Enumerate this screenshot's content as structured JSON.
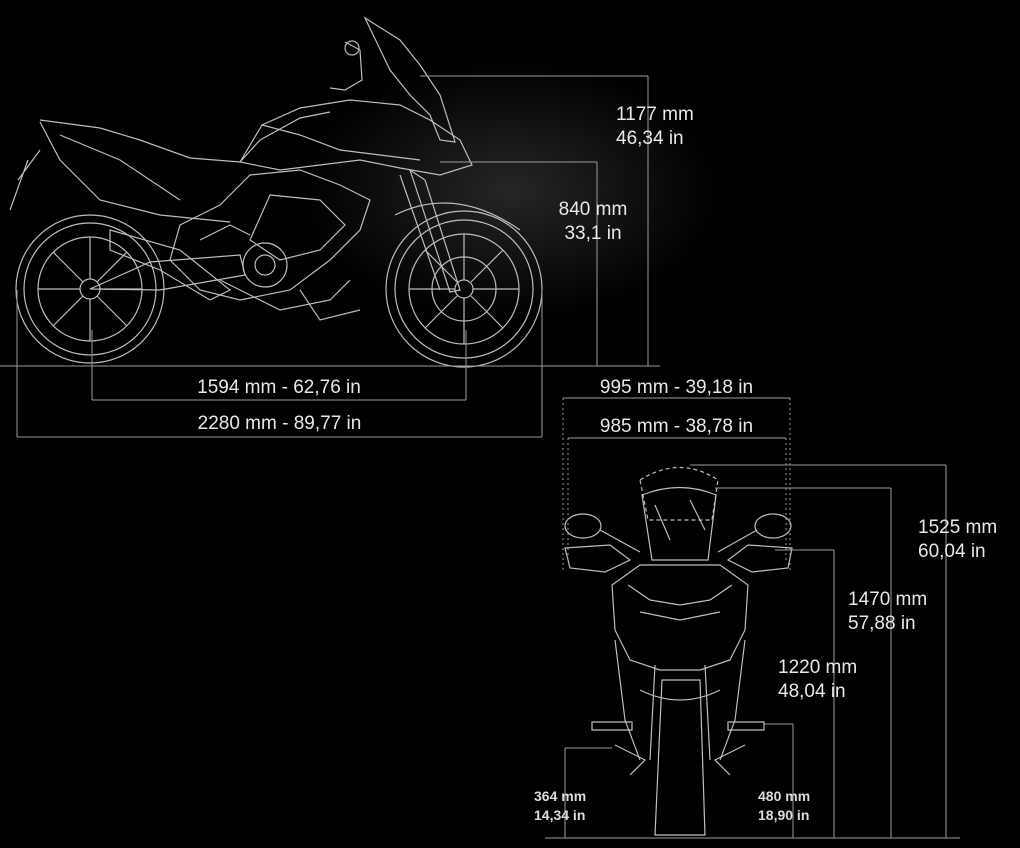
{
  "colors": {
    "background": "#000000",
    "line": "#bdbdbd",
    "text": "#e8e8e8"
  },
  "side_view": {
    "seat_height": {
      "mm": "840 mm",
      "in": "33,1 in"
    },
    "overall_height": {
      "mm": "1177 mm",
      "in": "46,34 in"
    },
    "wheelbase": "1594 mm - 62,76 in",
    "overall_length": "2280 mm - 89,77 in"
  },
  "front_view": {
    "width_mirrors": "995 mm - 39,18  in",
    "width_handguards": "985 mm - 38,78 in",
    "height_max": {
      "mm": "1525 mm",
      "in": "60,04 in"
    },
    "height_screen": {
      "mm": "1470 mm",
      "in": "57,88 in"
    },
    "height_mirrors": {
      "mm": "1220 mm",
      "in": "48,04 in"
    },
    "footpeg_left": {
      "mm": "364 mm",
      "in": "14,34 in"
    },
    "footpeg_right": {
      "mm": "480 mm",
      "in": "18,90 in"
    }
  }
}
